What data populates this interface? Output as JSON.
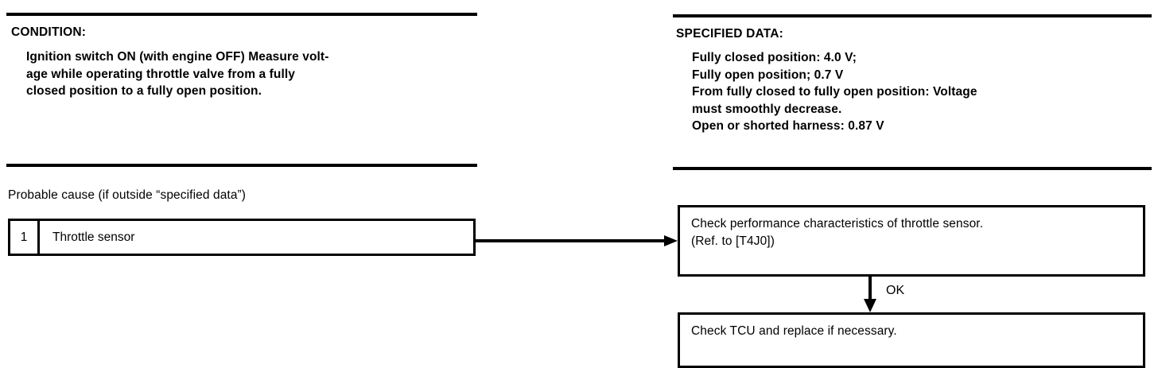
{
  "left": {
    "condition": {
      "heading": "CONDITION:",
      "lines": [
        "Ignition switch ON (with engine OFF) Measure volt-",
        "age while operating throttle valve from a fully",
        "closed position to a fully open position."
      ]
    },
    "probable_cause_label": "Probable cause (if outside “specified data”)",
    "cause_table": {
      "rows": [
        {
          "number": "1",
          "cause": "Throttle sensor"
        }
      ]
    }
  },
  "right": {
    "specified_data": {
      "heading": "SPECIFIED DATA:",
      "lines": [
        "Fully closed position: 4.0 V;",
        "Fully open position; 0.7 V",
        "From fully closed to fully open position: Voltage",
        "must smoothly decrease.",
        "Open or shorted harness: 0.87 V"
      ]
    },
    "flow": {
      "step_check_performance": [
        "Check performance characteristics of throttle sensor.",
        "(Ref. to [T4J0])"
      ],
      "arrow_label": "OK",
      "step_check_tcu": [
        "Check TCU and replace if necessary."
      ]
    }
  }
}
